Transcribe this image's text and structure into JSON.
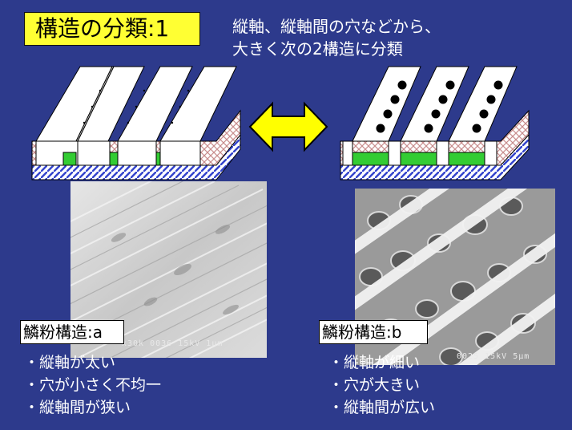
{
  "title": "構造の分類:1",
  "subtitle_lines": [
    "縦軸、縦軸間の穴などから、",
    "大きく次の2構造に分類"
  ],
  "structure_a": {
    "label": "鱗粉構造:a",
    "bullets": [
      "・縦軸が太い",
      "・穴が小さく不均一",
      "・縦軸間が狭い"
    ],
    "scale_text": "x30k 0036 15kV 1μm"
  },
  "structure_b": {
    "label": "鱗粉構造:b",
    "bullets": [
      "・縦軸が細い",
      "・穴が大きい",
      "・縦軸間が広い"
    ],
    "scale_text": "0025 15kV 5μm"
  },
  "colors": {
    "background": "#2d3a8c",
    "title_bg": "#ffff33",
    "arrow": "#ffff00",
    "ridge": "#ffffff",
    "lattice": "#c88c8c",
    "green": "#33cc33",
    "base": "#3344cc"
  },
  "icons": {
    "arrow": "double-arrow-icon"
  }
}
